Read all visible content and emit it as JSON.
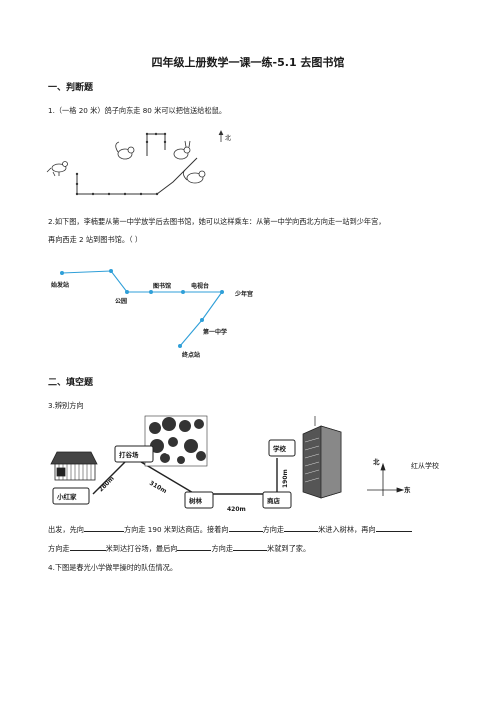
{
  "title": "四年级上册数学一课一练-5.1 去图书馆",
  "section1": "一、判断题",
  "q1": {
    "text": "1.（一格 20 米）鸽子向东走 80 米可以把信送给松鼠。",
    "north": "北"
  },
  "q2": {
    "text_line1": "2.如下图，李楠要从第一中学放学后去图书馆，她可以这样乘车：从第一中学向西北方向走一站到少年宫，",
    "text_line2": "再向西走 2 站到图书馆。（      ）",
    "stations": {
      "start": "始发站",
      "park": "公园",
      "library": "图书馆",
      "tv_tower": "电视台",
      "youth_palace": "少年宫",
      "middle_school": "第一中学",
      "terminal": "终点站"
    }
  },
  "section2": "二、填空题",
  "q3": {
    "heading": "3.辨别方向",
    "places": {
      "home": "小红家",
      "grain": "打谷场",
      "forest": "树林",
      "shop": "商店",
      "school": "学校"
    },
    "distances": {
      "home_grain": "280m",
      "grain_forest": "310m",
      "forest_shop": "420m",
      "shop_school": "190m"
    },
    "north": "北",
    "east": "东",
    "text_side": "红从学校",
    "line1": [
      "出发，先向",
      "方向走 190 米到达商店。接着向",
      "方向走",
      "米进入树林，再向"
    ],
    "line2": [
      "方向走",
      "米到达打谷场，最后向",
      "方向走",
      "米就到了家。"
    ]
  },
  "q4": {
    "text": "4.下图是春光小学做早操时的队伍情况。"
  }
}
